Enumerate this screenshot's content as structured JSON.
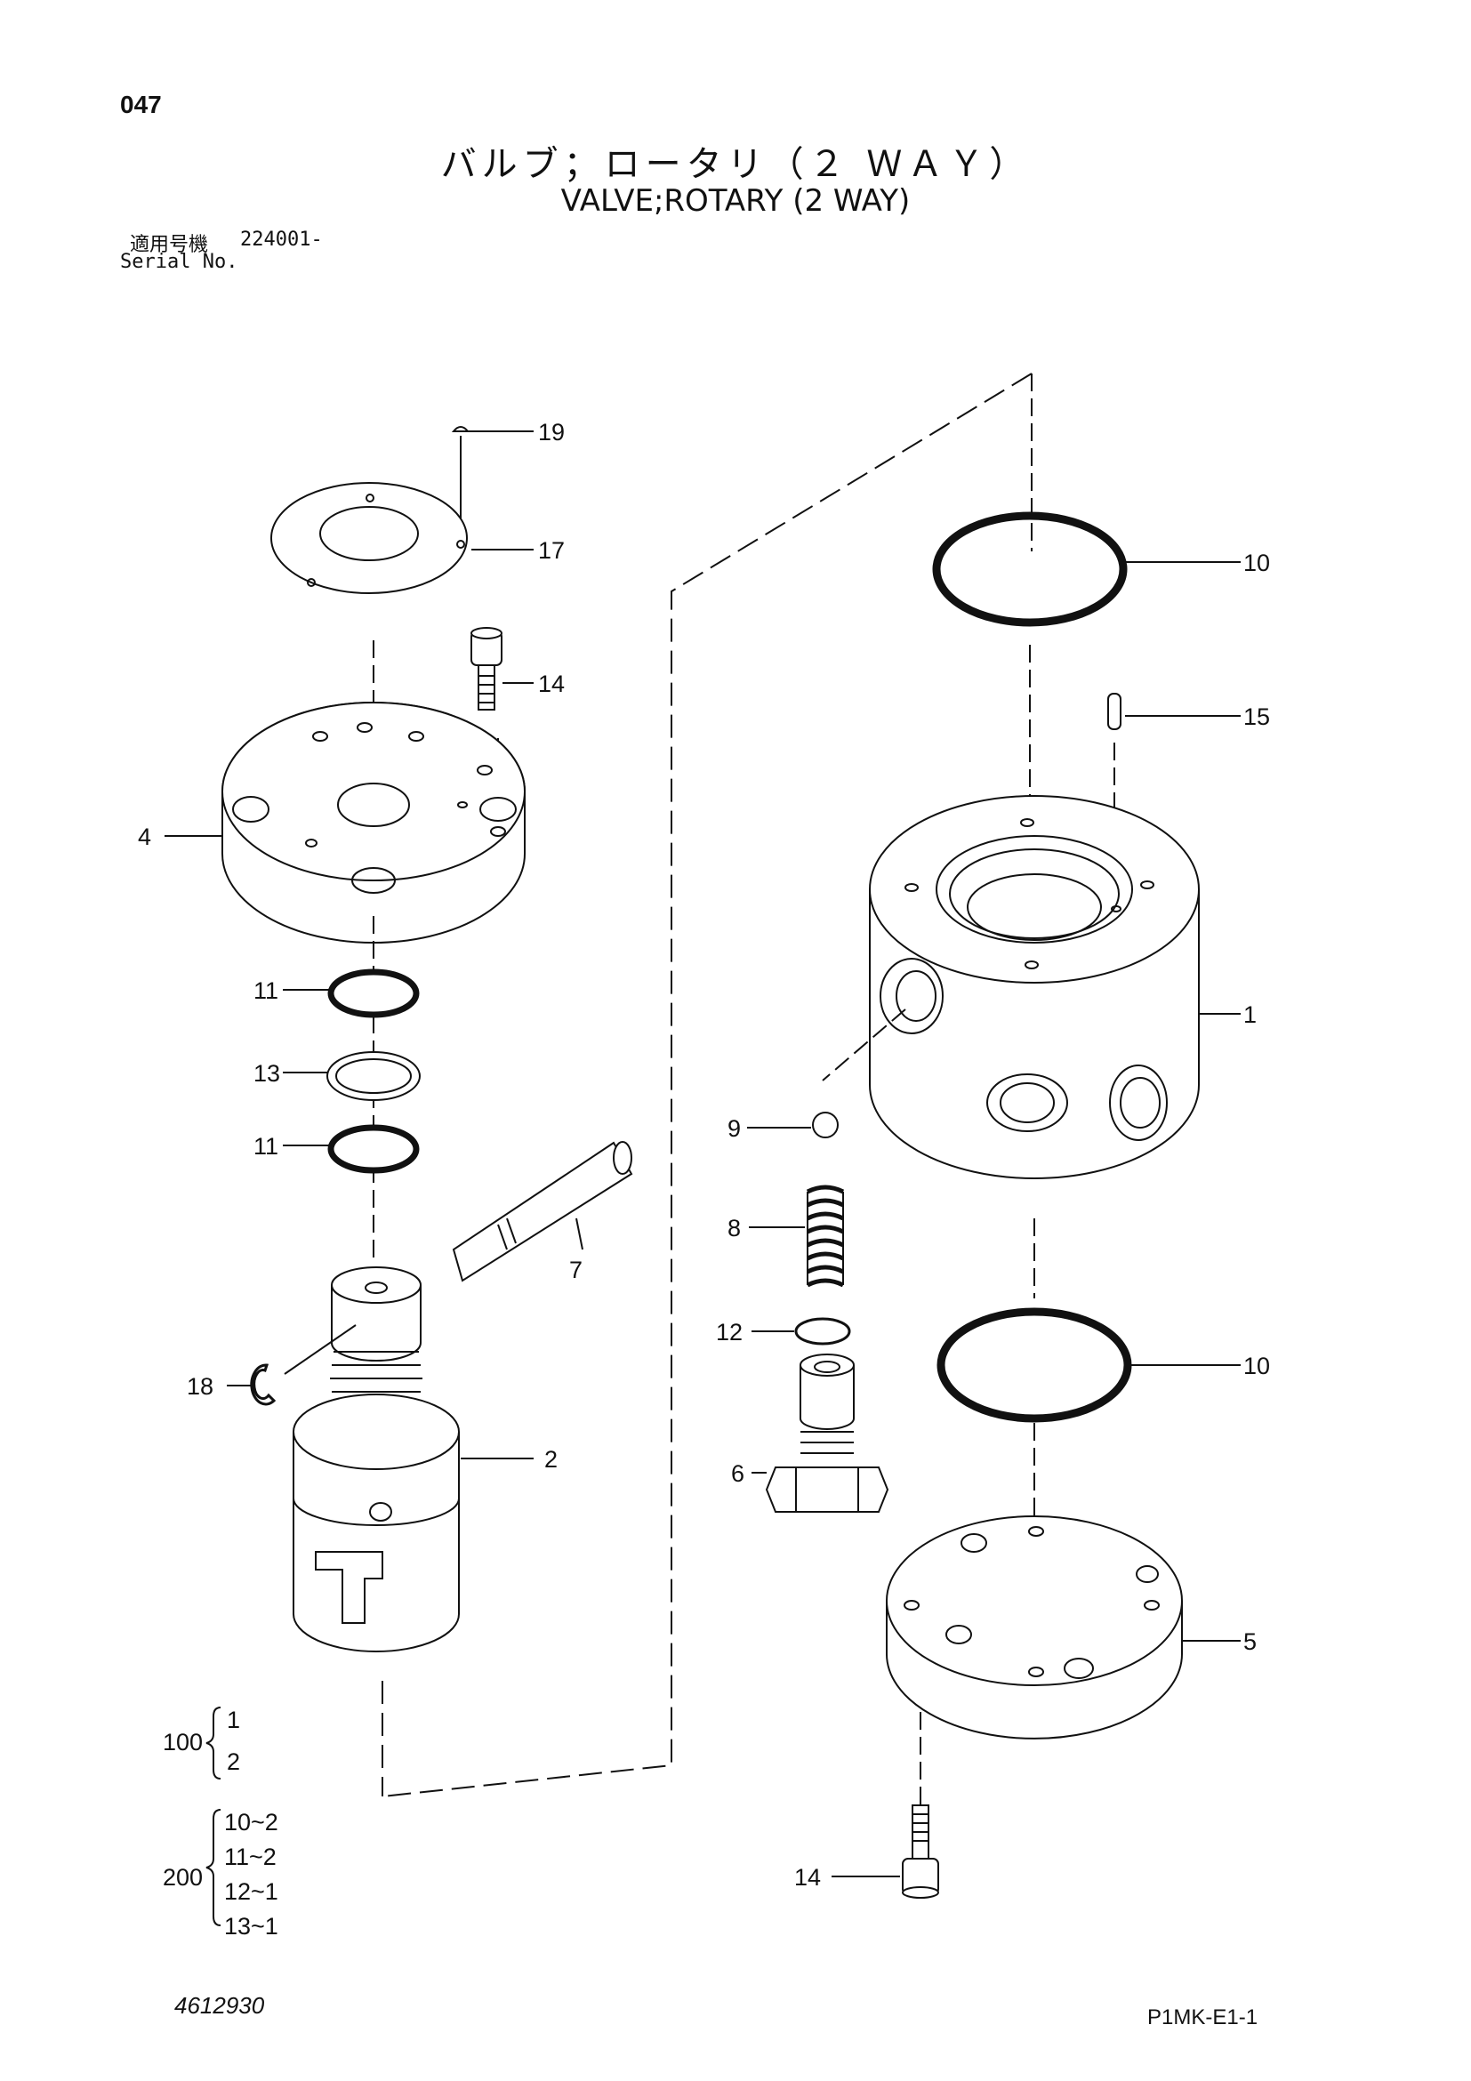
{
  "page": {
    "number": "047",
    "title_jp": "バルブ；ロータリ（２ ＷＡＹ）",
    "title_en": "VALVE;ROTARY (2 WAY)",
    "serial_label_jp": "適用号機",
    "serial_value": "224001-",
    "serial_label_en": "Serial No.",
    "doc_number": "4612930",
    "page_code": "P1MK-E1-1"
  },
  "callouts": [
    {
      "id": "19",
      "label": "19"
    },
    {
      "id": "17",
      "label": "17"
    },
    {
      "id": "14a",
      "label": "14"
    },
    {
      "id": "4",
      "label": "4"
    },
    {
      "id": "11a",
      "label": "11"
    },
    {
      "id": "13",
      "label": "13"
    },
    {
      "id": "11b",
      "label": "11"
    },
    {
      "id": "7",
      "label": "7"
    },
    {
      "id": "18",
      "label": "18"
    },
    {
      "id": "2",
      "label": "2"
    },
    {
      "id": "10a",
      "label": "10"
    },
    {
      "id": "15",
      "label": "15"
    },
    {
      "id": "1",
      "label": "1"
    },
    {
      "id": "9",
      "label": "9"
    },
    {
      "id": "8",
      "label": "8"
    },
    {
      "id": "12",
      "label": "12"
    },
    {
      "id": "10b",
      "label": "10"
    },
    {
      "id": "6",
      "label": "6"
    },
    {
      "id": "5",
      "label": "5"
    },
    {
      "id": "14b",
      "label": "14"
    }
  ],
  "assemblies": [
    {
      "code": "100",
      "items": [
        "1",
        "2"
      ]
    },
    {
      "code": "200",
      "items": [
        "10~2",
        "11~2",
        "12~1",
        "13~1"
      ]
    }
  ]
}
